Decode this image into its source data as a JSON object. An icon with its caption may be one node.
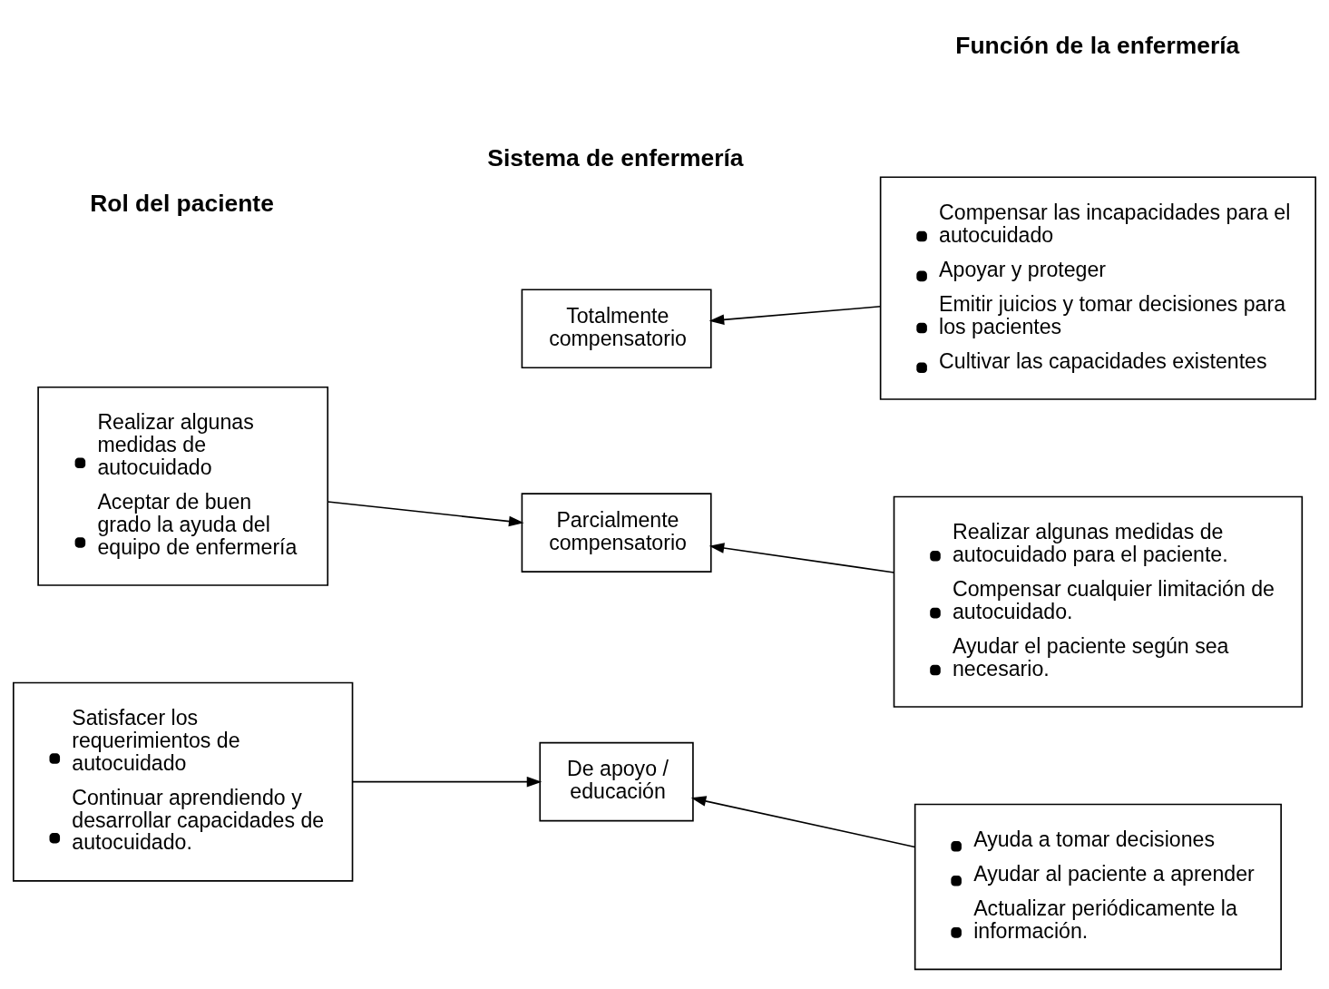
{
  "diagram": {
    "nodes": [
      {
        "text": [
          "Totalmente compensatorio"
        ]
      },
      {
        "text": [
          "Compensar las incapacidades para el autocuidado",
          "Apoyar y proteger",
          "Emitir juicios y tomar decisiones para los pacientes",
          "Cultivar las capacidades existentes"
        ]
      },
      {
        "text": [
          "Realizar algunas medidas de autocuidado",
          "Aceptar de buen grado la ayuda del equipo de enfermería"
        ]
      },
      {
        "text": [
          "Parcialmente compensatorio"
        ]
      },
      {
        "text": [
          "Realizar algunas medidas de autocuidado para el paciente.",
          "Compensar cualquier limitación de autocuidado.",
          "Ayudar el paciente según sea necesario."
        ]
      },
      {
        "text": [
          "Satisfacer los requerimientos de autocuidado",
          "Continuar aprendiendo y desarrollar capacidades de autocuidado."
        ]
      },
      {
        "text": [
          "De apoyo / educación"
        ]
      },
      {
        "text": [
          "Ayuda a tomar decisiones",
          "Ayudar al paciente a aprender",
          "Actualizar periódicamente la información."
        ]
      }
    ],
    "edges": [
      {
        "from": 1,
        "to": 0,
        "arrow": "to"
      },
      {
        "from": 2,
        "to": 3,
        "arrow": "to"
      },
      {
        "from": 4,
        "to": 3,
        "arrow": "to"
      },
      {
        "from": 5,
        "to": 6,
        "arrow": "to"
      },
      {
        "from": 7,
        "to": 6,
        "arrow": "to"
      }
    ],
    "labels": [
      "Rol del paciente",
      "Sistema de enfermería",
      "Función de la enfermería"
    ]
  }
}
